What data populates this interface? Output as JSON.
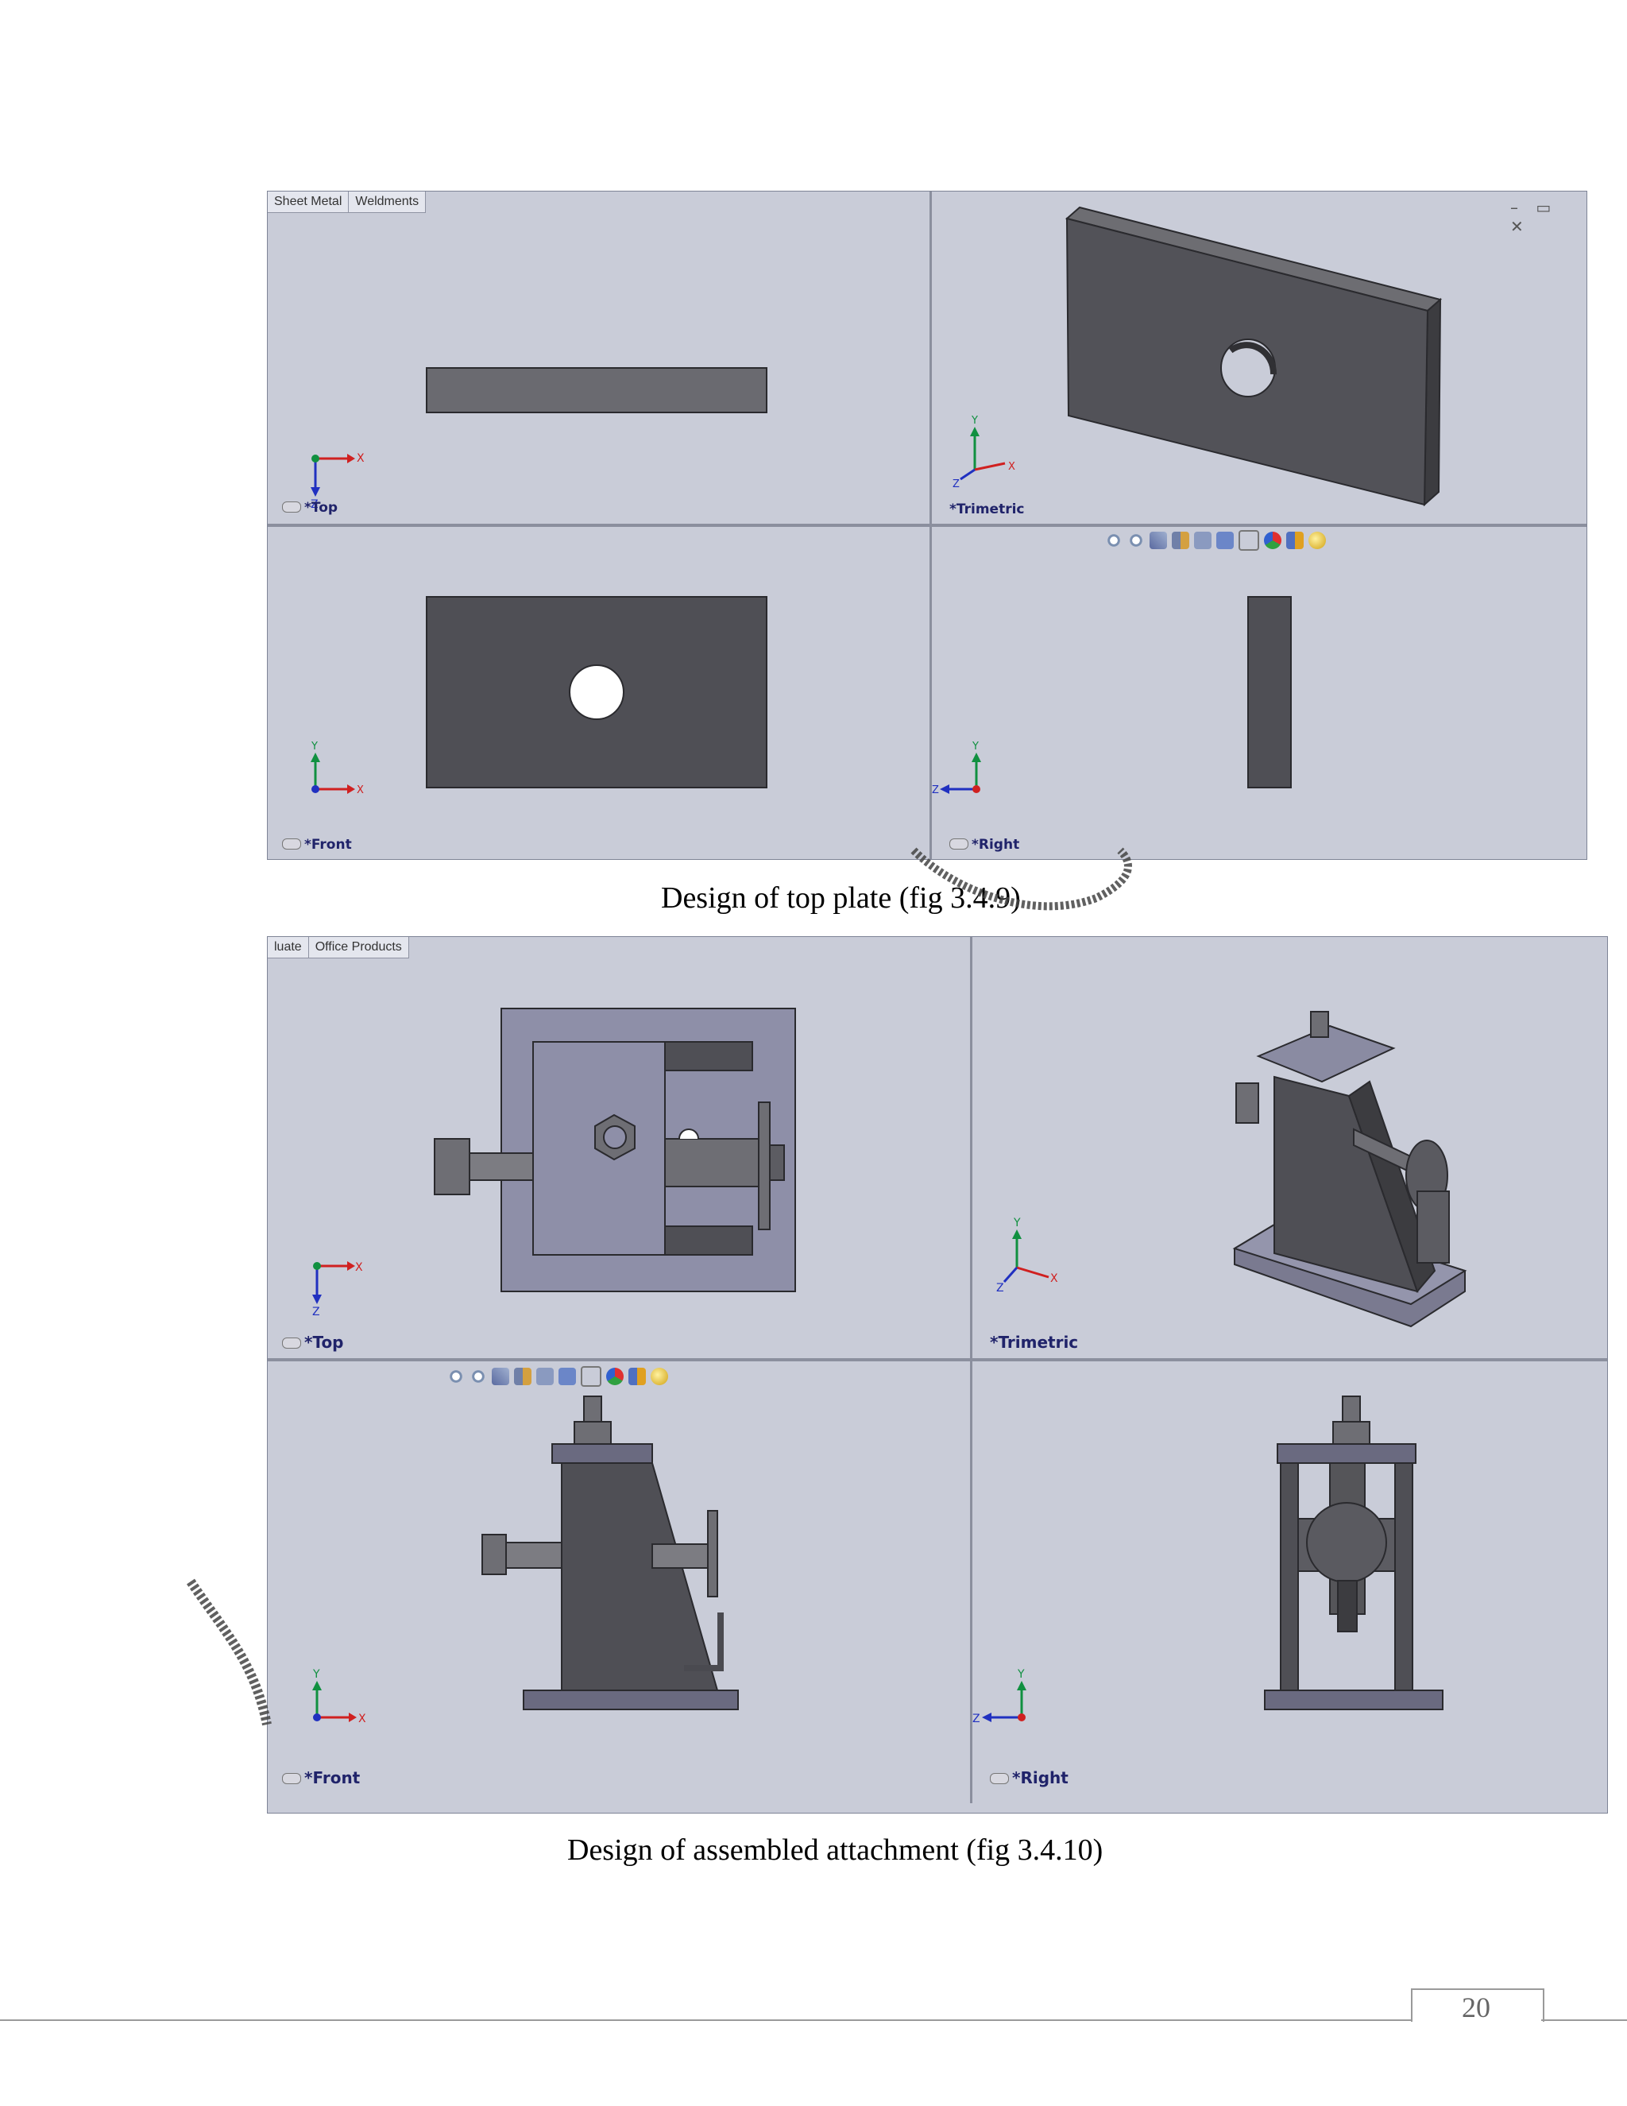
{
  "figure1": {
    "tabs": [
      "Sheet Metal",
      "Weldments"
    ],
    "views": {
      "top": "*Top",
      "trimetric": "*Trimetric",
      "front": "*Front",
      "right": "*Right"
    },
    "caption": "Design of top plate (fig 3.4.9)",
    "window_controls": "– ▭ ✕"
  },
  "figure2": {
    "tabs": [
      "luate",
      "Office Products"
    ],
    "views": {
      "top": "*Top",
      "trimetric": "*Trimetric",
      "front": "*Front",
      "right": "*Right"
    },
    "caption": "Design of assembled attachment (fig 3.4.10)"
  },
  "axes": {
    "x": "X",
    "y": "Y",
    "z": "Z"
  },
  "page_number": "20",
  "colors": {
    "viewport": "#c9ccd8",
    "part": "#4c4c52",
    "axis_x": "#d02020",
    "axis_y": "#109040",
    "axis_z": "#2030c0",
    "label": "#20236a"
  },
  "icons": [
    "zoom-to-fit-icon",
    "zoom-area-icon",
    "previous-view-icon",
    "section-view-icon",
    "view-orientation-icon",
    "display-style-icon",
    "hide-show-icon",
    "edit-appearance-icon",
    "apply-scene-icon",
    "view-settings-icon"
  ]
}
